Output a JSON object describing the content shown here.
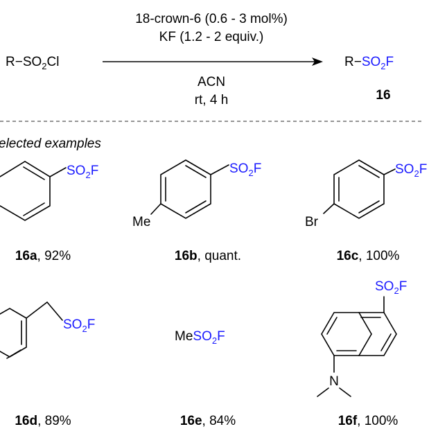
{
  "reaction": {
    "reactant": {
      "prefix": "R−SO",
      "sub": "2",
      "suffix": "Cl"
    },
    "conditions_above": [
      "18-crown-6 (0.6 - 3 mol%)",
      "KF (1.2 - 2 equiv.)"
    ],
    "conditions_below": [
      "ACN",
      "rt, 4 h"
    ],
    "product": {
      "prefix": "R−",
      "group": {
        "a": "SO",
        "sub": "2",
        "b": "F"
      },
      "number": "16"
    }
  },
  "section_title": "elected examples",
  "groups": {
    "so2f": {
      "a": "SO",
      "sub": "2",
      "b": "F"
    },
    "me": "Me",
    "br": "Br",
    "n": "N",
    "mesulfonyl_prefix": "Me"
  },
  "examples": [
    {
      "id": "16a",
      "result": ", 92%"
    },
    {
      "id": "16b",
      "result": ", quant."
    },
    {
      "id": "16c",
      "result": ", 100%"
    },
    {
      "id": "16d",
      "result": ", 89%"
    },
    {
      "id": "16e",
      "result": ", 84%"
    },
    {
      "id": "16f",
      "result": ", 100%"
    }
  ],
  "colors": {
    "heteroatom_group": "#1a1aff",
    "text": "#000000",
    "divider": "#555555"
  }
}
